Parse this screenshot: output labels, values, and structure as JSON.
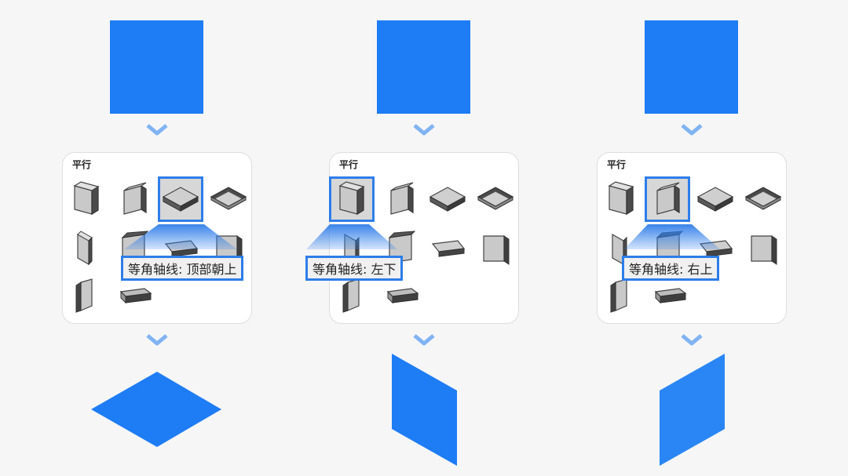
{
  "colors": {
    "accent": "#1e7cf5",
    "highlight": "#2e7de9",
    "arrow": "#80b3f2"
  },
  "panels": [
    {
      "title": "平行",
      "tooltip": "等角轴线: 顶部朝上",
      "result": "diamond"
    },
    {
      "title": "平行",
      "tooltip": "等角轴线: 左下",
      "result": "left-skew"
    },
    {
      "title": "平行",
      "tooltip": "等角轴线: 右上",
      "result": "right-skew"
    }
  ]
}
